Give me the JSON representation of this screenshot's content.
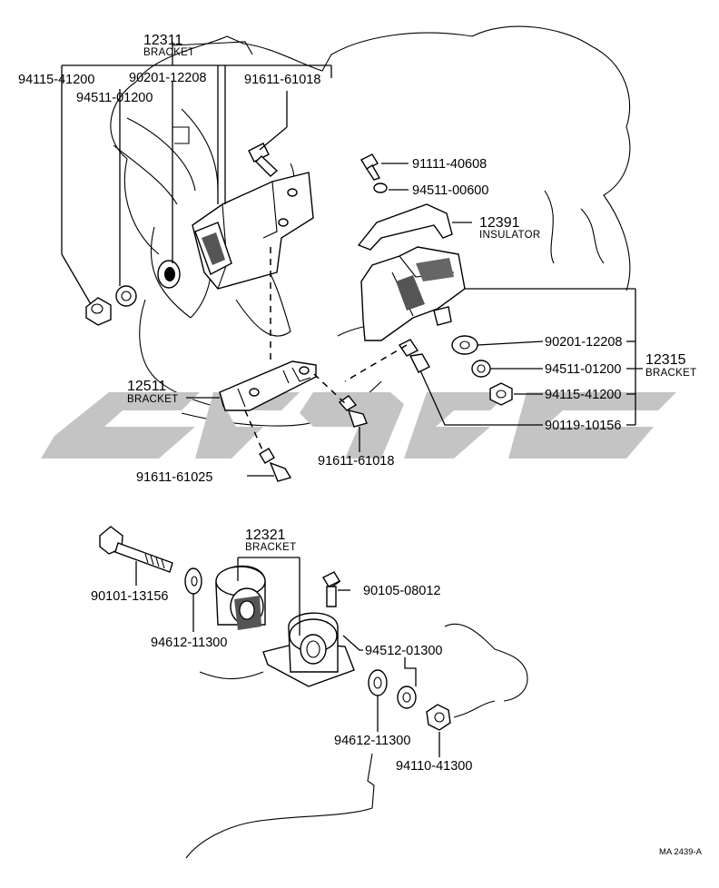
{
  "diagram": {
    "reference": "MA 2439-A",
    "watermark_color": "#c4c4c4",
    "groups": {
      "bracket_12311": {
        "number": "12311",
        "name": "BRACKET"
      },
      "insulator_12391": {
        "number": "12391",
        "name": "INSULATOR"
      },
      "bracket_12315": {
        "number": "12315",
        "name": "BRACKET"
      },
      "bracket_12511": {
        "number": "12511",
        "name": "BRACKET"
      },
      "bracket_12321": {
        "number": "12321",
        "name": "BRACKET"
      }
    },
    "parts": {
      "p94115_41200_top": "94115-41200",
      "p94511_01200_top": "94511-01200",
      "p90201_12208_top": "90201-12208",
      "p91611_61018_top": "91611-61018",
      "p91111_40608": "91111-40608",
      "p94511_00600": "94511-00600",
      "p90201_12208_right": "90201-12208",
      "p94511_01200_right": "94511-01200",
      "p94115_41200_right": "94115-41200",
      "p90119_10156": "90119-10156",
      "p91611_61018_mid": "91611-61018",
      "p91611_61025": "91611-61025",
      "p90101_13156": "90101-13156",
      "p90105_08012": "90105-08012",
      "p94612_11300_left": "94612-11300",
      "p94512_01300": "94512-01300",
      "p94612_11300_bottom": "94612-11300",
      "p94110_41300": "94110-41300"
    }
  }
}
